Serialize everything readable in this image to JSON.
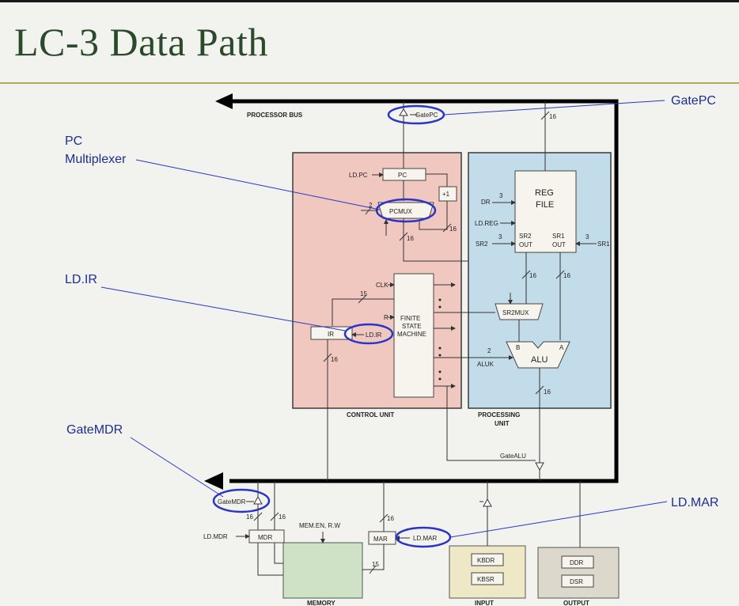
{
  "slide": {
    "title": "LC-3 Data Path"
  },
  "units": {
    "control": "CONTROL UNIT",
    "processing_1": "PROCESSING",
    "processing_2": "UNIT",
    "memory": "MEMORY",
    "input": "INPUT",
    "output": "OUTPUT"
  },
  "bus": {
    "label": "PROCESSOR BUS",
    "width": "16"
  },
  "components": {
    "pc": "PC",
    "pcmux": "PCMUX",
    "plus1": "+1",
    "regfile_1": "REG",
    "regfile_2": "FILE",
    "sr2out_1": "SR2",
    "sr2out_2": "OUT",
    "sr1out_1": "SR1",
    "sr1out_2": "OUT",
    "sr2mux": "SR2MUX",
    "alu": "ALU",
    "ir": "IR",
    "fsm_1": "FINITE",
    "fsm_2": "STATE",
    "fsm_3": "MACHINE",
    "mdr": "MDR",
    "mar": "MAR",
    "kbdr": "KBDR",
    "kbsr": "KBSR",
    "ddr": "DDR",
    "dsr": "DSR"
  },
  "signals": {
    "gatepc": "GatePC",
    "ldpc": "LD.PC",
    "ldir": "LD.IR",
    "dr": "DR",
    "ldreg": "LD.REG",
    "sr2": "SR2",
    "sr1": "SR1",
    "clk": "CLK",
    "r": "R",
    "aluk": "ALUK",
    "gatealu": "GateALU",
    "gatemdr": "GateMDR",
    "ldmdr": "LD.MDR",
    "ldmar": "LD.MAR",
    "memenrw": "MEM.EN, R.W",
    "alu_in_b": "B",
    "alu_in_a": "A",
    "n16": "16",
    "n15": "15",
    "n3": "3",
    "n2": "2"
  },
  "annotations": {
    "gatepc": "GatePC",
    "pc_mux_1": "PC",
    "pc_mux_2": "Multiplexer",
    "ldir": "LD.IR",
    "gatemdr": "GateMDR",
    "ldmar": "LD.MAR"
  },
  "colors": {
    "control_fill": "#f0c8c0",
    "processing_fill": "#c3dcea",
    "memory_fill": "#cfe2c6",
    "input_fill": "#efe8c6",
    "output_fill": "#ddd8cc",
    "highlight": "#2a35c8",
    "title": "#2b4a2b"
  }
}
